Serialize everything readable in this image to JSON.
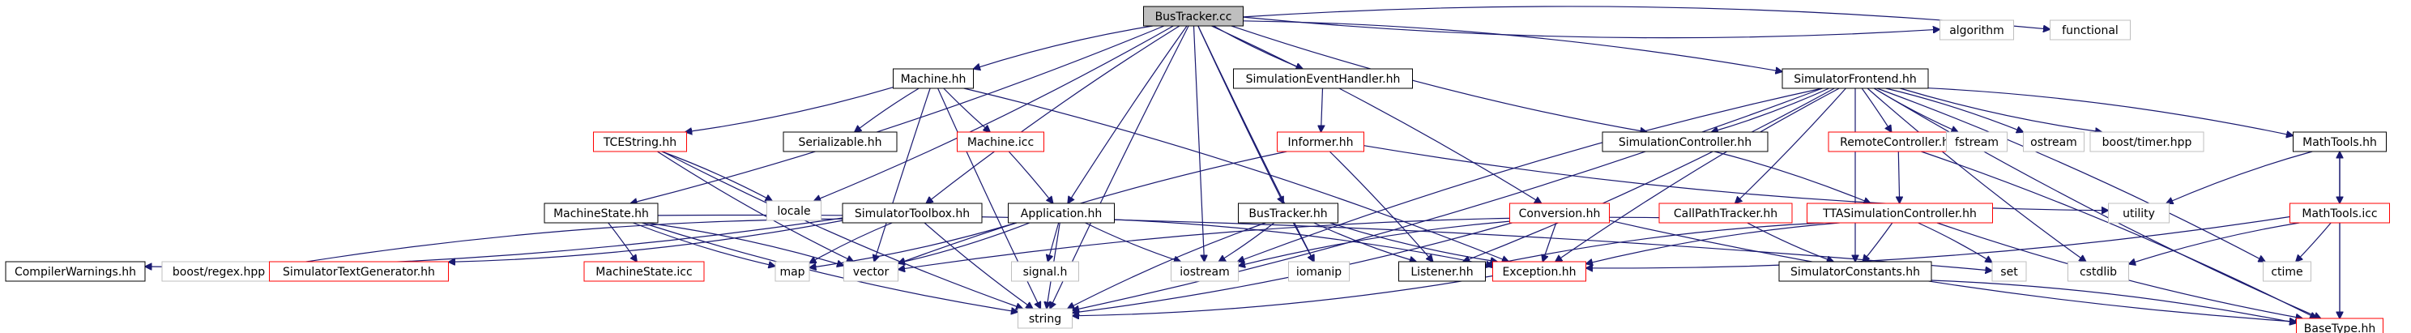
{
  "diagram": {
    "type": "include-dependency-graph",
    "colors": {
      "edge": "#191970",
      "root_fill": "#bfbfbf",
      "documented_border": "#000000",
      "missing_doc_border": "#ff0000",
      "external_border": "#bfbfbf",
      "text": "#000000"
    },
    "nodes": [
      {
        "id": "n0",
        "label": "BusTracker.cc",
        "style": "root"
      },
      {
        "id": "n1",
        "label": "SimulatorToolbox.hh",
        "style": "doc"
      },
      {
        "id": "n2",
        "label": "MachineState.hh",
        "style": "doc"
      },
      {
        "id": "n3",
        "label": "Machine.hh",
        "style": "doc"
      },
      {
        "id": "n4",
        "label": "SimulationEventHandler.hh",
        "style": "doc"
      },
      {
        "id": "n5",
        "label": "SimulatorFrontend.hh",
        "style": "doc"
      },
      {
        "id": "n6",
        "label": "algorithm",
        "style": "ext"
      },
      {
        "id": "n7",
        "label": "functional",
        "style": "ext"
      },
      {
        "id": "n8",
        "label": "TCEString.hh",
        "style": "red"
      },
      {
        "id": "n9",
        "label": "Serializable.hh",
        "style": "doc"
      },
      {
        "id": "n10",
        "label": "Machine.icc",
        "style": "red"
      },
      {
        "id": "n11",
        "label": "Informer.hh",
        "style": "red"
      },
      {
        "id": "n12",
        "label": "SimulationController.hh",
        "style": "doc"
      },
      {
        "id": "n13",
        "label": "RemoteController.hh",
        "style": "red"
      },
      {
        "id": "n14",
        "label": "fstream",
        "style": "ext"
      },
      {
        "id": "n15",
        "label": "ostream",
        "style": "ext"
      },
      {
        "id": "n16",
        "label": "boost/timer.hpp",
        "style": "ext"
      },
      {
        "id": "n17",
        "label": "MathTools.hh",
        "style": "doc"
      },
      {
        "id": "n18",
        "label": "locale",
        "style": "ext"
      },
      {
        "id": "n19",
        "label": "Application.hh",
        "style": "doc"
      },
      {
        "id": "n20",
        "label": "BusTracker.hh",
        "style": "doc"
      },
      {
        "id": "n21",
        "label": "Conversion.hh",
        "style": "red"
      },
      {
        "id": "n22",
        "label": "CallPathTracker.hh",
        "style": "red"
      },
      {
        "id": "n23",
        "label": "TTASimulationController.hh",
        "style": "red"
      },
      {
        "id": "n24",
        "label": "utility",
        "style": "ext"
      },
      {
        "id": "n25",
        "label": "MathTools.icc",
        "style": "red"
      },
      {
        "id": "n26",
        "label": "CompilerWarnings.hh",
        "style": "doc"
      },
      {
        "id": "n27",
        "label": "boost/regex.hpp",
        "style": "ext"
      },
      {
        "id": "n28",
        "label": "SimulatorTextGenerator.hh",
        "style": "red"
      },
      {
        "id": "n29",
        "label": "MachineState.icc",
        "style": "red"
      },
      {
        "id": "n30",
        "label": "map",
        "style": "ext"
      },
      {
        "id": "n31",
        "label": "vector",
        "style": "ext"
      },
      {
        "id": "n32",
        "label": "signal.h",
        "style": "ext"
      },
      {
        "id": "n33",
        "label": "iostream",
        "style": "ext"
      },
      {
        "id": "n34",
        "label": "iomanip",
        "style": "ext"
      },
      {
        "id": "n35",
        "label": "Listener.hh",
        "style": "doc"
      },
      {
        "id": "n36",
        "label": "Exception.hh",
        "style": "red"
      },
      {
        "id": "n37",
        "label": "SimulatorConstants.hh",
        "style": "doc"
      },
      {
        "id": "n38",
        "label": "set",
        "style": "ext"
      },
      {
        "id": "n39",
        "label": "cstdlib",
        "style": "ext"
      },
      {
        "id": "n40",
        "label": "ctime",
        "style": "ext"
      },
      {
        "id": "n41",
        "label": "string",
        "style": "ext"
      },
      {
        "id": "n42",
        "label": "BaseType.hh",
        "style": "red"
      }
    ],
    "edges": [
      [
        "n0",
        "n1"
      ],
      [
        "n0",
        "n2"
      ],
      [
        "n0",
        "n3"
      ],
      [
        "n0",
        "n4"
      ],
      [
        "n0",
        "n5"
      ],
      [
        "n0",
        "n6"
      ],
      [
        "n0",
        "n7"
      ],
      [
        "n0",
        "n18"
      ],
      [
        "n0",
        "n19"
      ],
      [
        "n0",
        "n20"
      ],
      [
        "n0",
        "n21"
      ],
      [
        "n0",
        "n12"
      ],
      [
        "n0",
        "n33"
      ],
      [
        "n0",
        "n34"
      ],
      [
        "n0",
        "n41"
      ],
      [
        "n1",
        "n26"
      ],
      [
        "n1",
        "n27"
      ],
      [
        "n1",
        "n28"
      ],
      [
        "n1",
        "n30"
      ],
      [
        "n1",
        "n41"
      ],
      [
        "n2",
        "n29"
      ],
      [
        "n2",
        "n30"
      ],
      [
        "n2",
        "n31"
      ],
      [
        "n2",
        "n41"
      ],
      [
        "n2",
        "n38"
      ],
      [
        "n3",
        "n8"
      ],
      [
        "n3",
        "n9"
      ],
      [
        "n3",
        "n10"
      ],
      [
        "n3",
        "n31"
      ],
      [
        "n3",
        "n41"
      ],
      [
        "n3",
        "n36"
      ],
      [
        "n8",
        "n41"
      ],
      [
        "n8",
        "n18"
      ],
      [
        "n8",
        "n31"
      ],
      [
        "n10",
        "n19"
      ],
      [
        "n19",
        "n31"
      ],
      [
        "n19",
        "n32"
      ],
      [
        "n19",
        "n33"
      ],
      [
        "n19",
        "n41"
      ],
      [
        "n19",
        "n30"
      ],
      [
        "n19",
        "n36"
      ],
      [
        "n4",
        "n11"
      ],
      [
        "n11",
        "n35"
      ],
      [
        "n11",
        "n24"
      ],
      [
        "n11",
        "n31"
      ],
      [
        "n5",
        "n12"
      ],
      [
        "n5",
        "n13"
      ],
      [
        "n5",
        "n14"
      ],
      [
        "n5",
        "n15"
      ],
      [
        "n5",
        "n16"
      ],
      [
        "n5",
        "n17"
      ],
      [
        "n5",
        "n22"
      ],
      [
        "n5",
        "n33"
      ],
      [
        "n5",
        "n41"
      ],
      [
        "n5",
        "n36"
      ],
      [
        "n5",
        "n39"
      ],
      [
        "n5",
        "n40"
      ],
      [
        "n5",
        "n42"
      ],
      [
        "n5",
        "n37"
      ],
      [
        "n5",
        "n35"
      ],
      [
        "n12",
        "n23"
      ],
      [
        "n13",
        "n23"
      ],
      [
        "n13",
        "n42"
      ],
      [
        "n17",
        "n25"
      ],
      [
        "n17",
        "n24"
      ],
      [
        "n17",
        "n42"
      ],
      [
        "n25",
        "n17"
      ],
      [
        "n25",
        "n36"
      ],
      [
        "n25",
        "n39"
      ],
      [
        "n25",
        "n40"
      ],
      [
        "n25",
        "n42"
      ],
      [
        "n20",
        "n33"
      ],
      [
        "n20",
        "n34"
      ],
      [
        "n20",
        "n35"
      ],
      [
        "n20",
        "n41"
      ],
      [
        "n20",
        "n36"
      ],
      [
        "n21",
        "n36"
      ],
      [
        "n21",
        "n41"
      ],
      [
        "n21",
        "n33"
      ],
      [
        "n21",
        "n42"
      ],
      [
        "n22",
        "n31"
      ],
      [
        "n22",
        "n37"
      ],
      [
        "n23",
        "n35"
      ],
      [
        "n23",
        "n37"
      ],
      [
        "n23",
        "n38"
      ],
      [
        "n23",
        "n42"
      ],
      [
        "n23",
        "n36"
      ],
      [
        "n36",
        "n41"
      ],
      [
        "n37",
        "n42"
      ]
    ]
  }
}
